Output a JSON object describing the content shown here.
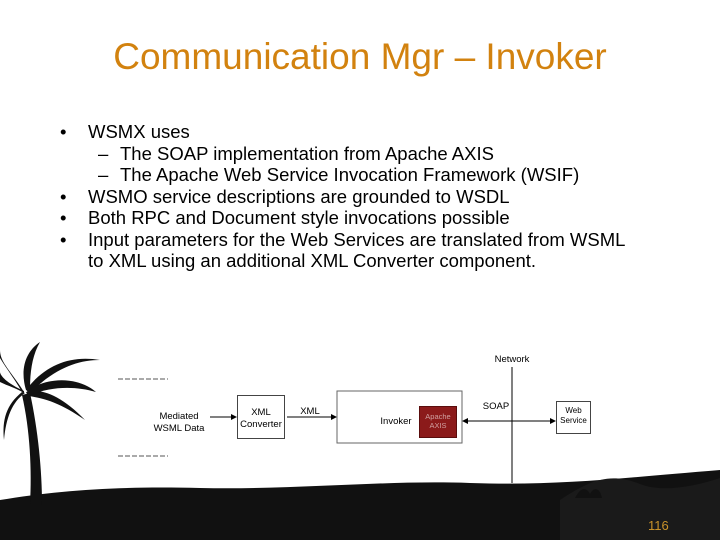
{
  "slide": {
    "title": "Communication Mgr – Invoker",
    "bullets": [
      {
        "level": 1,
        "text": "WSMX uses"
      },
      {
        "level": 2,
        "text": "The SOAP implementation from Apache AXIS"
      },
      {
        "level": 2,
        "text": "The Apache Web Service Invocation Framework (WSIF)"
      },
      {
        "level": 1,
        "text": "WSMO service descriptions are grounded to WSDL"
      },
      {
        "level": 1,
        "text": "Both RPC and Document style invocations possible"
      },
      {
        "level": 1,
        "text": "Input parameters for the Web Services are translated from WSML"
      },
      {
        "level": 1,
        "text": "to XML using an additional XML Converter component."
      }
    ],
    "page_number": "116"
  },
  "diagram": {
    "network_label": "Network",
    "mediated_label_line1": "Mediated",
    "mediated_label_line2": "WSML Data",
    "xml_converter_line1": "XML",
    "xml_converter_line2": "Converter",
    "xml_label": "XML",
    "invoker_label": "Invoker",
    "apache_axis_line1": "Apache",
    "apache_axis_line2": "AXIS",
    "soap_label": "SOAP",
    "web_service_line1": "Web",
    "web_service_line2": "Service"
  },
  "colors": {
    "title": "#d2820f",
    "axis_box": "#8b1a1a",
    "page_number": "#c8922a",
    "silhouette": "#111111"
  }
}
